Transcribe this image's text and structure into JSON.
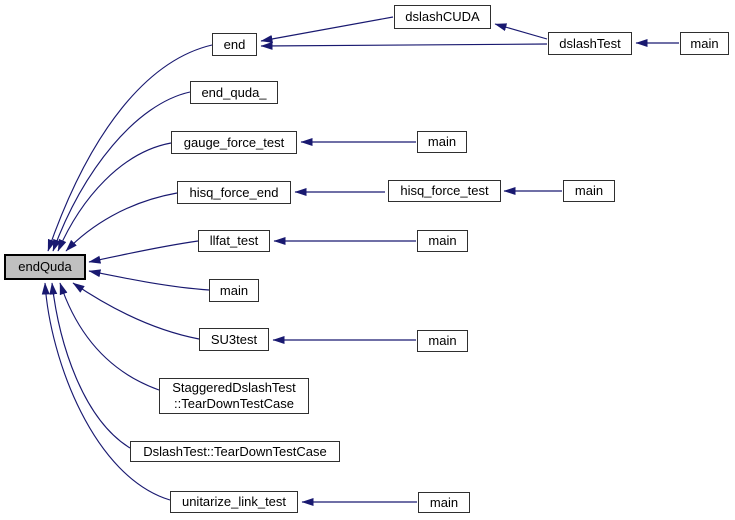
{
  "diagram_type": "caller-graph",
  "colors": {
    "edge": "#191970",
    "node_border": "#2f2f2f",
    "node_fill": "#ffffff",
    "highlight_node_fill": "#c0c0c0",
    "highlight_node_border": "#000000",
    "text": "#000000",
    "background": "#ffffff"
  },
  "nodes": [
    {
      "label": "endQuda",
      "highlighted": true
    },
    {
      "label": "end"
    },
    {
      "label": "dslashCUDA"
    },
    {
      "label": "dslashTest"
    },
    {
      "label": "main"
    },
    {
      "label": "end_quda_"
    },
    {
      "label": "gauge_force_test"
    },
    {
      "label": "main"
    },
    {
      "label": "hisq_force_end"
    },
    {
      "label": "hisq_force_test"
    },
    {
      "label": "main"
    },
    {
      "label": "llfat_test"
    },
    {
      "label": "main"
    },
    {
      "label": "main"
    },
    {
      "label": "SU3test"
    },
    {
      "label": "main"
    },
    {
      "label": "StaggeredDslashTest",
      "label2": "::TearDownTestCase"
    },
    {
      "label": "DslashTest::TearDownTestCase"
    },
    {
      "label": "unitarize_link_test"
    },
    {
      "label": "main"
    }
  ],
  "edges": [
    {
      "from": "end",
      "to": "endQuda"
    },
    {
      "from": "end_quda_",
      "to": "endQuda"
    },
    {
      "from": "gauge_force_test",
      "to": "endQuda"
    },
    {
      "from": "hisq_force_end",
      "to": "endQuda"
    },
    {
      "from": "llfat_test",
      "to": "endQuda"
    },
    {
      "from": "main",
      "to": "endQuda"
    },
    {
      "from": "SU3test",
      "to": "endQuda"
    },
    {
      "from": "StaggeredDslashTest::TearDownTestCase",
      "to": "endQuda"
    },
    {
      "from": "DslashTest::TearDownTestCase",
      "to": "endQuda"
    },
    {
      "from": "unitarize_link_test",
      "to": "endQuda"
    },
    {
      "from": "dslashCUDA",
      "to": "end"
    },
    {
      "from": "dslashTest",
      "to": "end"
    },
    {
      "from": "dslashTest",
      "to": "dslashCUDA"
    },
    {
      "from": "main",
      "to": "dslashTest"
    },
    {
      "from": "main",
      "to": "gauge_force_test"
    },
    {
      "from": "main",
      "to": "hisq_force_test"
    },
    {
      "from": "hisq_force_test",
      "to": "hisq_force_end"
    },
    {
      "from": "main",
      "to": "llfat_test"
    },
    {
      "from": "main",
      "to": "SU3test"
    },
    {
      "from": "main",
      "to": "unitarize_link_test"
    }
  ]
}
